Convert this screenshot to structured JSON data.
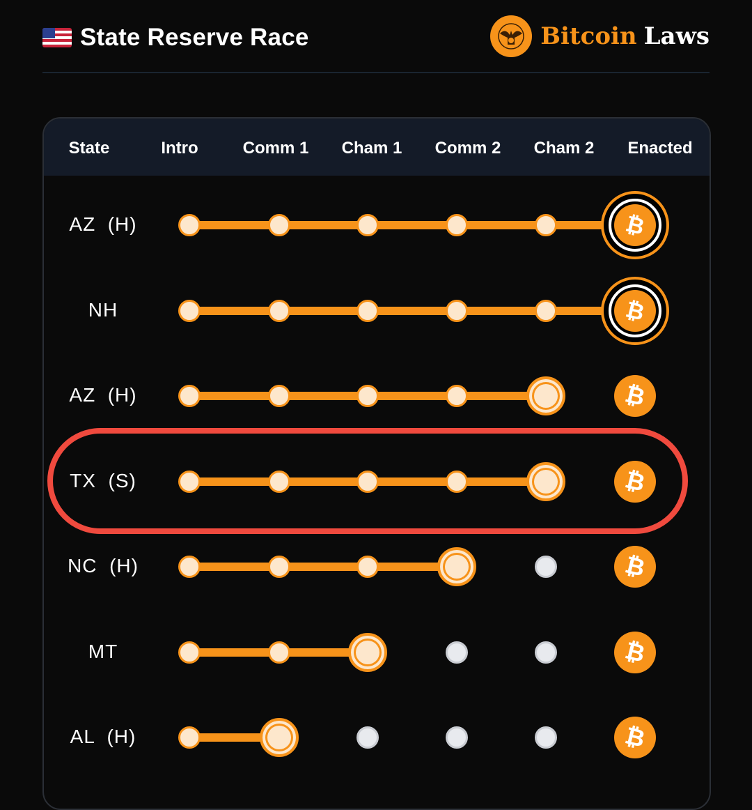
{
  "header": {
    "flag_icon": "us-flag-icon",
    "title": "State Reserve Race",
    "brand_part1": "Bitcoin",
    "brand_part2": "Laws",
    "brand_logo_icon": "eagle-seal-icon",
    "brand_color": "#f7931a"
  },
  "table": {
    "columns": [
      "State",
      "Intro",
      "Comm 1",
      "Cham 1",
      "Comm 2",
      "Cham 2",
      "Enacted"
    ],
    "stages": [
      "Intro",
      "Comm 1",
      "Cham 1",
      "Comm 2",
      "Cham 2",
      "Enacted"
    ],
    "rows": [
      {
        "state": "AZ  (H)",
        "progress_stage": 6,
        "enacted": true
      },
      {
        "state": "NH",
        "progress_stage": 6,
        "enacted": true
      },
      {
        "state": "AZ  (H)",
        "progress_stage": 5,
        "enacted": false
      },
      {
        "state": "TX  (S)",
        "progress_stage": 5,
        "enacted": false,
        "highlighted": true
      },
      {
        "state": "NC  (H)",
        "progress_stage": 4,
        "enacted": false
      },
      {
        "state": "MT",
        "progress_stage": 3,
        "enacted": false
      },
      {
        "state": "AL  (H)",
        "progress_stage": 2,
        "enacted": false
      }
    ],
    "coin_symbol": "₿",
    "colors": {
      "progress": "#f7931a",
      "completed_dot": "#fde7cc",
      "pending_dot": "#e8eaee",
      "highlight": "#f04a3e",
      "header_bg": "#141b28"
    }
  }
}
